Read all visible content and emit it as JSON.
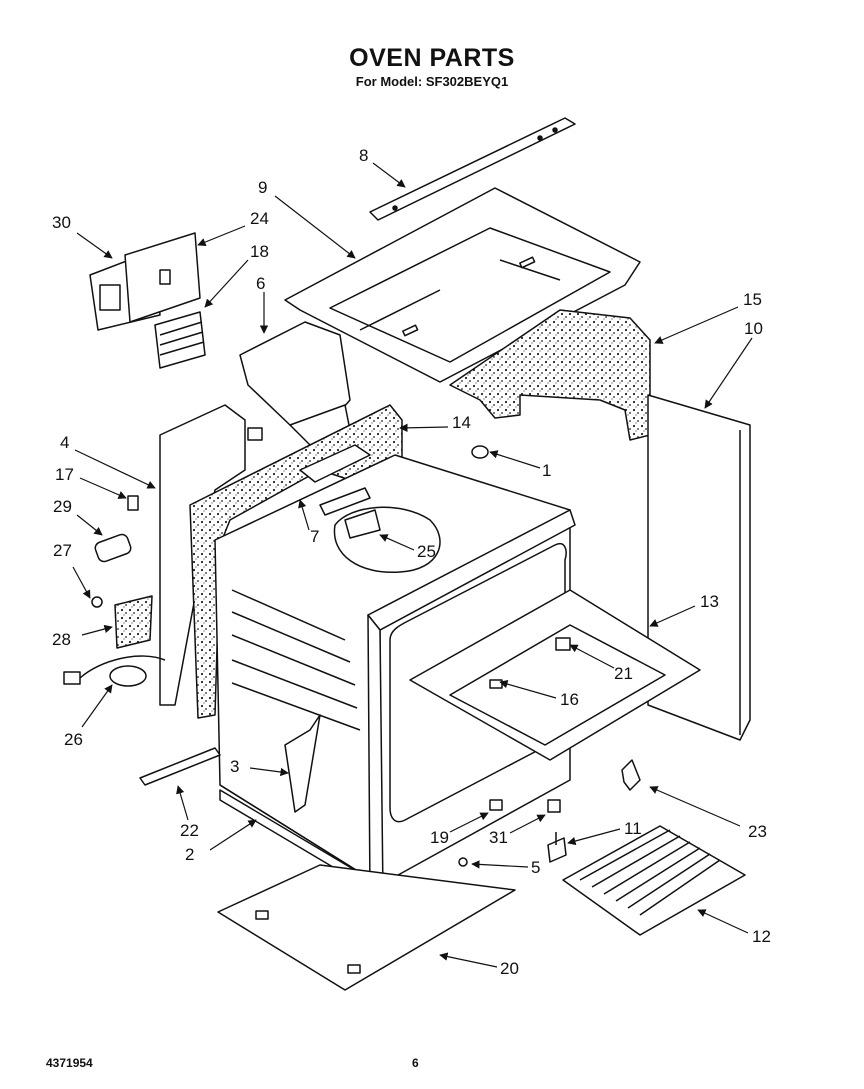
{
  "header": {
    "title": "OVEN PARTS",
    "model_line": "For Model: SF302BEYQ1"
  },
  "footer": {
    "doc_number": "4371954",
    "page_number": "6"
  },
  "callouts": [
    "8",
    "9",
    "30",
    "24",
    "18",
    "6",
    "15",
    "10",
    "4",
    "14",
    "1",
    "17",
    "29",
    "7",
    "25",
    "27",
    "13",
    "28",
    "21",
    "16",
    "26",
    "3",
    "23",
    "22",
    "2",
    "19",
    "31",
    "11",
    "5",
    "12",
    "20"
  ]
}
